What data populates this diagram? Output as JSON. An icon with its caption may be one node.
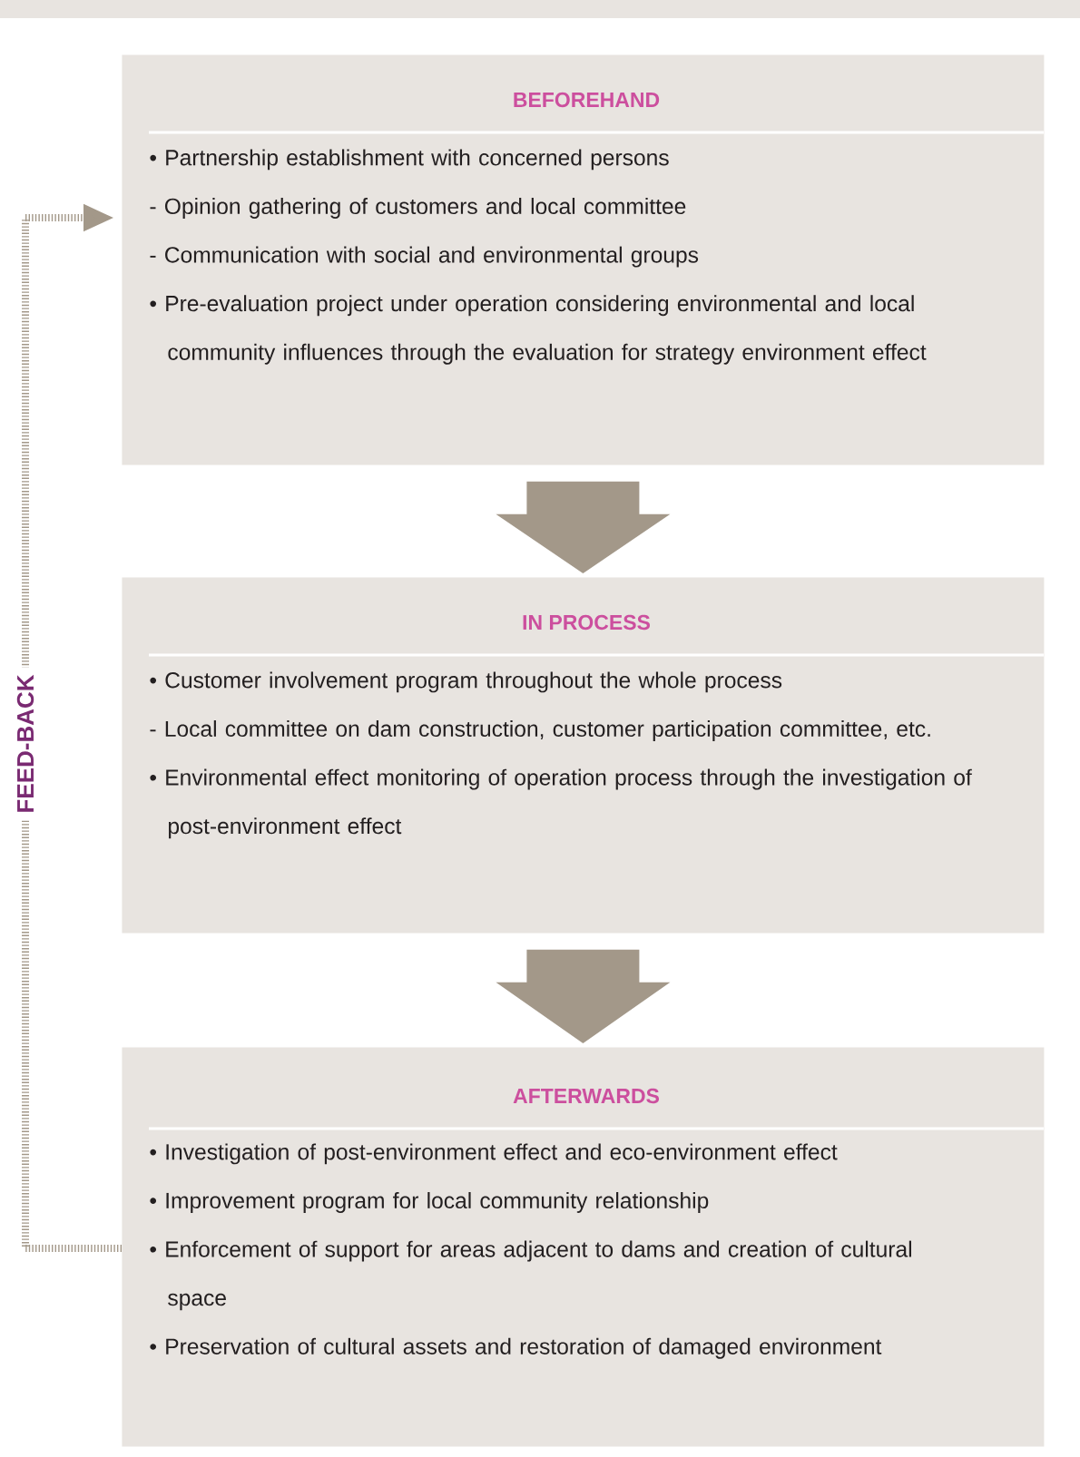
{
  "diagram": {
    "nodes": [
      {
        "text": [
          "BEFOREHAND",
          "• Partnership establishment with concerned persons",
          "- Opinion gathering of customers and local committee",
          "- Communication with social and environmental groups",
          "• Pre-evaluation project under operation considering environmental and local community influences through the evaluation for strategy environment effect"
        ]
      },
      {
        "text": [
          "IN PROCESS",
          "• Customer involvement program throughout the whole process",
          "- Local committee on dam construction, customer participation committee, etc.",
          "• Environmental effect monitoring of operation process through the investigation of post-environment effect"
        ]
      },
      {
        "text": [
          "AFTERWARDS",
          "• Investigation of post-environment effect and eco-environment effect",
          "• Improvement program for local community relationship",
          "• Enforcement of support for areas adjacent to dams and creation of cultural space",
          "• Preservation of cultural assets and restoration of damaged environment"
        ]
      }
    ],
    "edges": [
      {
        "from": 0,
        "to": 1,
        "arrow": "to"
      },
      {
        "from": 1,
        "to": 2,
        "arrow": "to"
      },
      {
        "from": 2,
        "to": 0,
        "arrow": "to",
        "style": "dashed",
        "label": "FEED-BACK"
      }
    ]
  }
}
